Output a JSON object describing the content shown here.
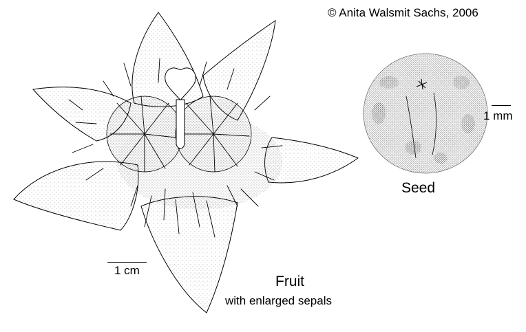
{
  "copyright": "© Anita Walsmit Sachs, 2006",
  "labels": {
    "seed": "Seed",
    "fruit": "Fruit",
    "fruit_subtitle": "with enlarged sepals"
  },
  "scales": {
    "cm": "1 cm",
    "mm": "1 mm"
  },
  "colors": {
    "ink": "#000000",
    "paper": "#ffffff"
  }
}
